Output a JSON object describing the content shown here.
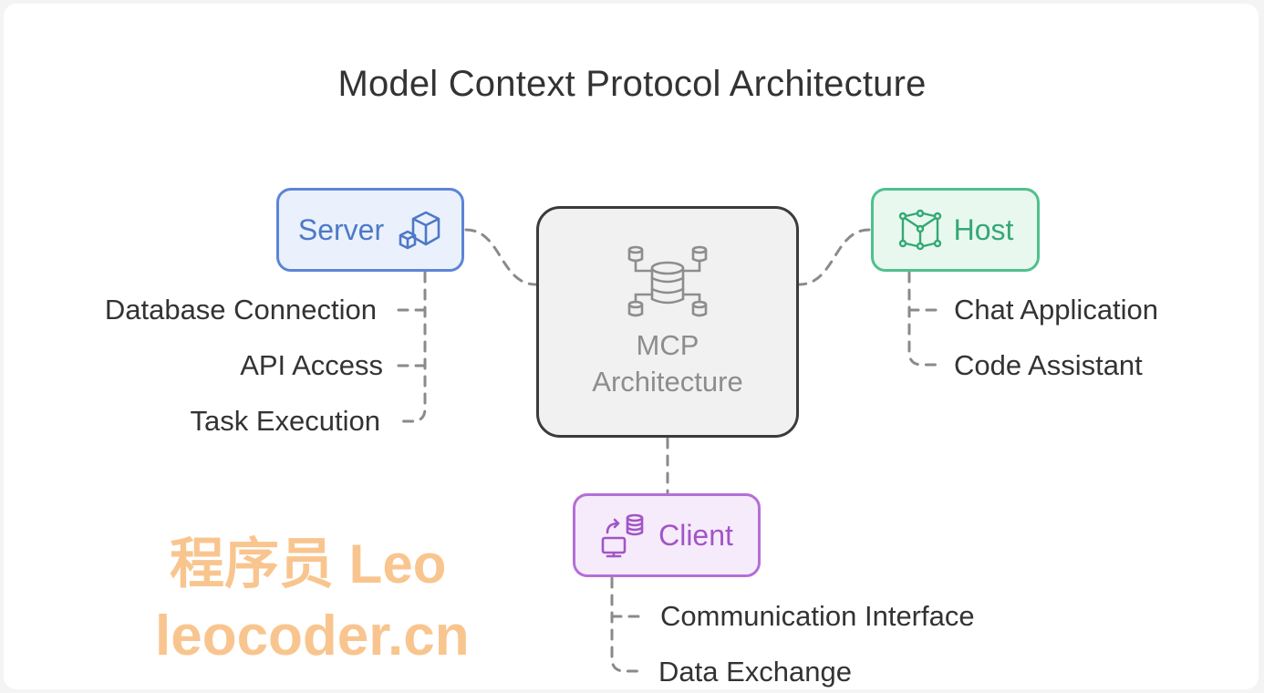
{
  "title": "Model Context Protocol Architecture",
  "center": {
    "line1": "MCP",
    "line2": "Architecture",
    "icon": "database-network-icon"
  },
  "server": {
    "label": "Server",
    "icon": "cubes-icon",
    "items": [
      "Database Connection",
      "API Access",
      "Task Execution"
    ]
  },
  "host": {
    "label": "Host",
    "icon": "network-nodes-icon",
    "items": [
      "Chat Application",
      "Code Assistant"
    ]
  },
  "client": {
    "label": "Client",
    "icon": "computer-database-icon",
    "items": [
      "Communication Interface",
      "Data Exchange"
    ]
  },
  "watermark": {
    "line1": "程序员 Leo",
    "line2": "leocoder.cn"
  },
  "colors": {
    "server": "#5b86d6",
    "host": "#4fc08e",
    "client": "#b56ed6",
    "center_border": "#3b3b3b",
    "watermark": "#f9c58f"
  }
}
